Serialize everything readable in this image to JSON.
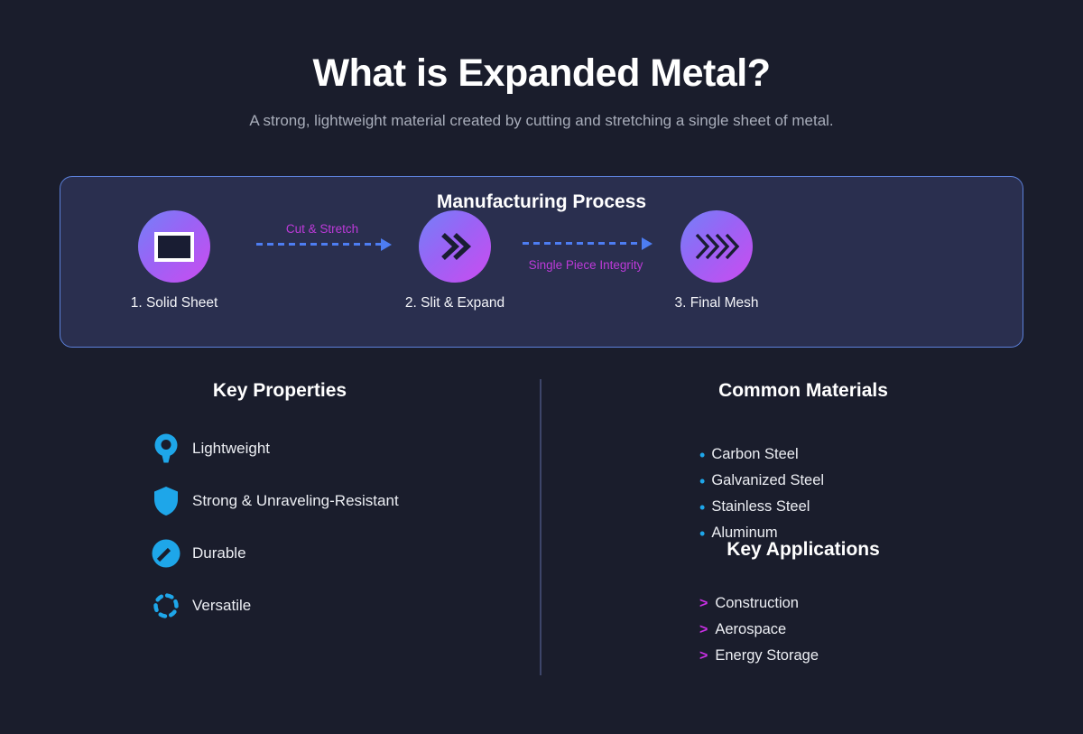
{
  "header": {
    "title": "What is Expanded Metal?",
    "subtitle": "A strong, lightweight material created by cutting and stretching a single sheet of metal."
  },
  "process": {
    "title": "Manufacturing Process",
    "steps": [
      {
        "icon": "solid-sheet-icon",
        "label": "1. Solid Sheet"
      },
      {
        "icon": "double-chevron-icon",
        "label": "2. Slit & Expand"
      },
      {
        "icon": "quad-chevron-icon",
        "label": "3. Final Mesh"
      }
    ],
    "arrows": [
      {
        "label": "Cut & Stretch",
        "label_position": "above"
      },
      {
        "label": "Single Piece Integrity",
        "label_position": "below"
      }
    ]
  },
  "properties": {
    "heading": "Key Properties",
    "items": [
      {
        "icon": "balloon-icon",
        "label": "Lightweight"
      },
      {
        "icon": "shield-icon",
        "label": "Strong & Unraveling-Resistant"
      },
      {
        "icon": "gauge-icon",
        "label": "Durable"
      },
      {
        "icon": "dashed-circle-icon",
        "label": "Versatile"
      }
    ]
  },
  "materials": {
    "heading": "Common Materials",
    "marker": "•",
    "items": [
      "Carbon Steel",
      "Galvanized Steel",
      "Stainless Steel",
      "Aluminum"
    ]
  },
  "applications": {
    "heading": "Key Applications",
    "marker": ">",
    "items": [
      "Construction",
      "Aerospace",
      "Energy Storage"
    ]
  },
  "colors": {
    "page_background": "#1a1d2c",
    "panel_background": "#2a2f4f",
    "panel_border": "#5c80da",
    "circle_gradient_start": "#7381f8",
    "circle_gradient_end": "#cb4cf0",
    "arrow_blue": "#4d7df2",
    "label_magenta": "#bd3ad9",
    "marker_magenta": "#cb30e6",
    "icon_cyan": "#1ea6e9",
    "heading_white": "#ffffff",
    "body_text": "#eceef3",
    "subtitle_gray": "#a8adba"
  }
}
